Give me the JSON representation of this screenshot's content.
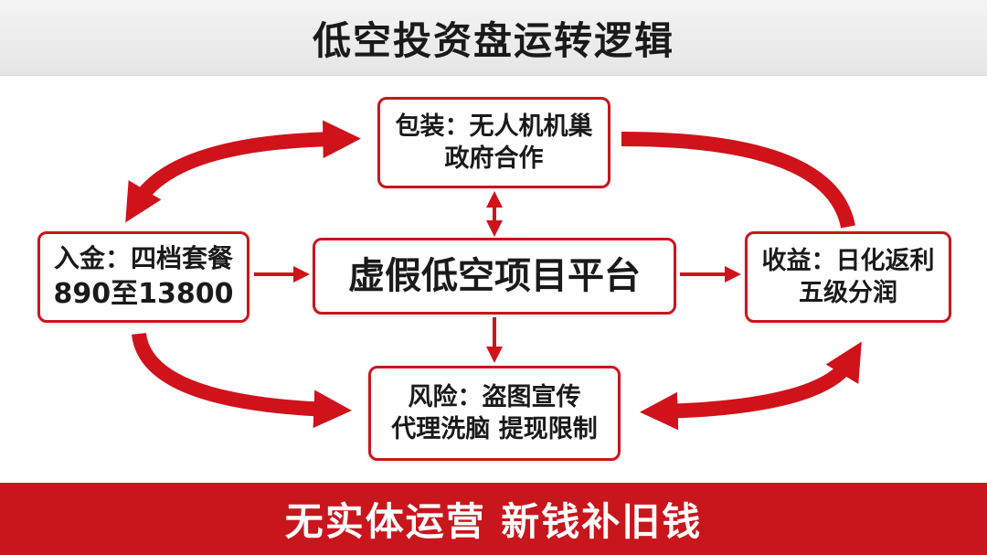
{
  "title": "低空投资盘运转逻辑",
  "nodes": {
    "top": {
      "line1": "包装：无人机机巢",
      "line2": "政府合作"
    },
    "left": {
      "line1": "入金：四档套餐",
      "line2": "890至13800"
    },
    "center": {
      "label": "虚假低空项目平台"
    },
    "right": {
      "line1": "收益：日化返利",
      "line2": "五级分润"
    },
    "bottom": {
      "line1": "风险：盗图宣传",
      "line2": "代理洗脑 提现限制"
    }
  },
  "footer": "无实体运营 新钱补旧钱",
  "colors": {
    "accent": "#c9161d",
    "text": "#1a1a1a",
    "title_bg": "#eeeeee"
  }
}
